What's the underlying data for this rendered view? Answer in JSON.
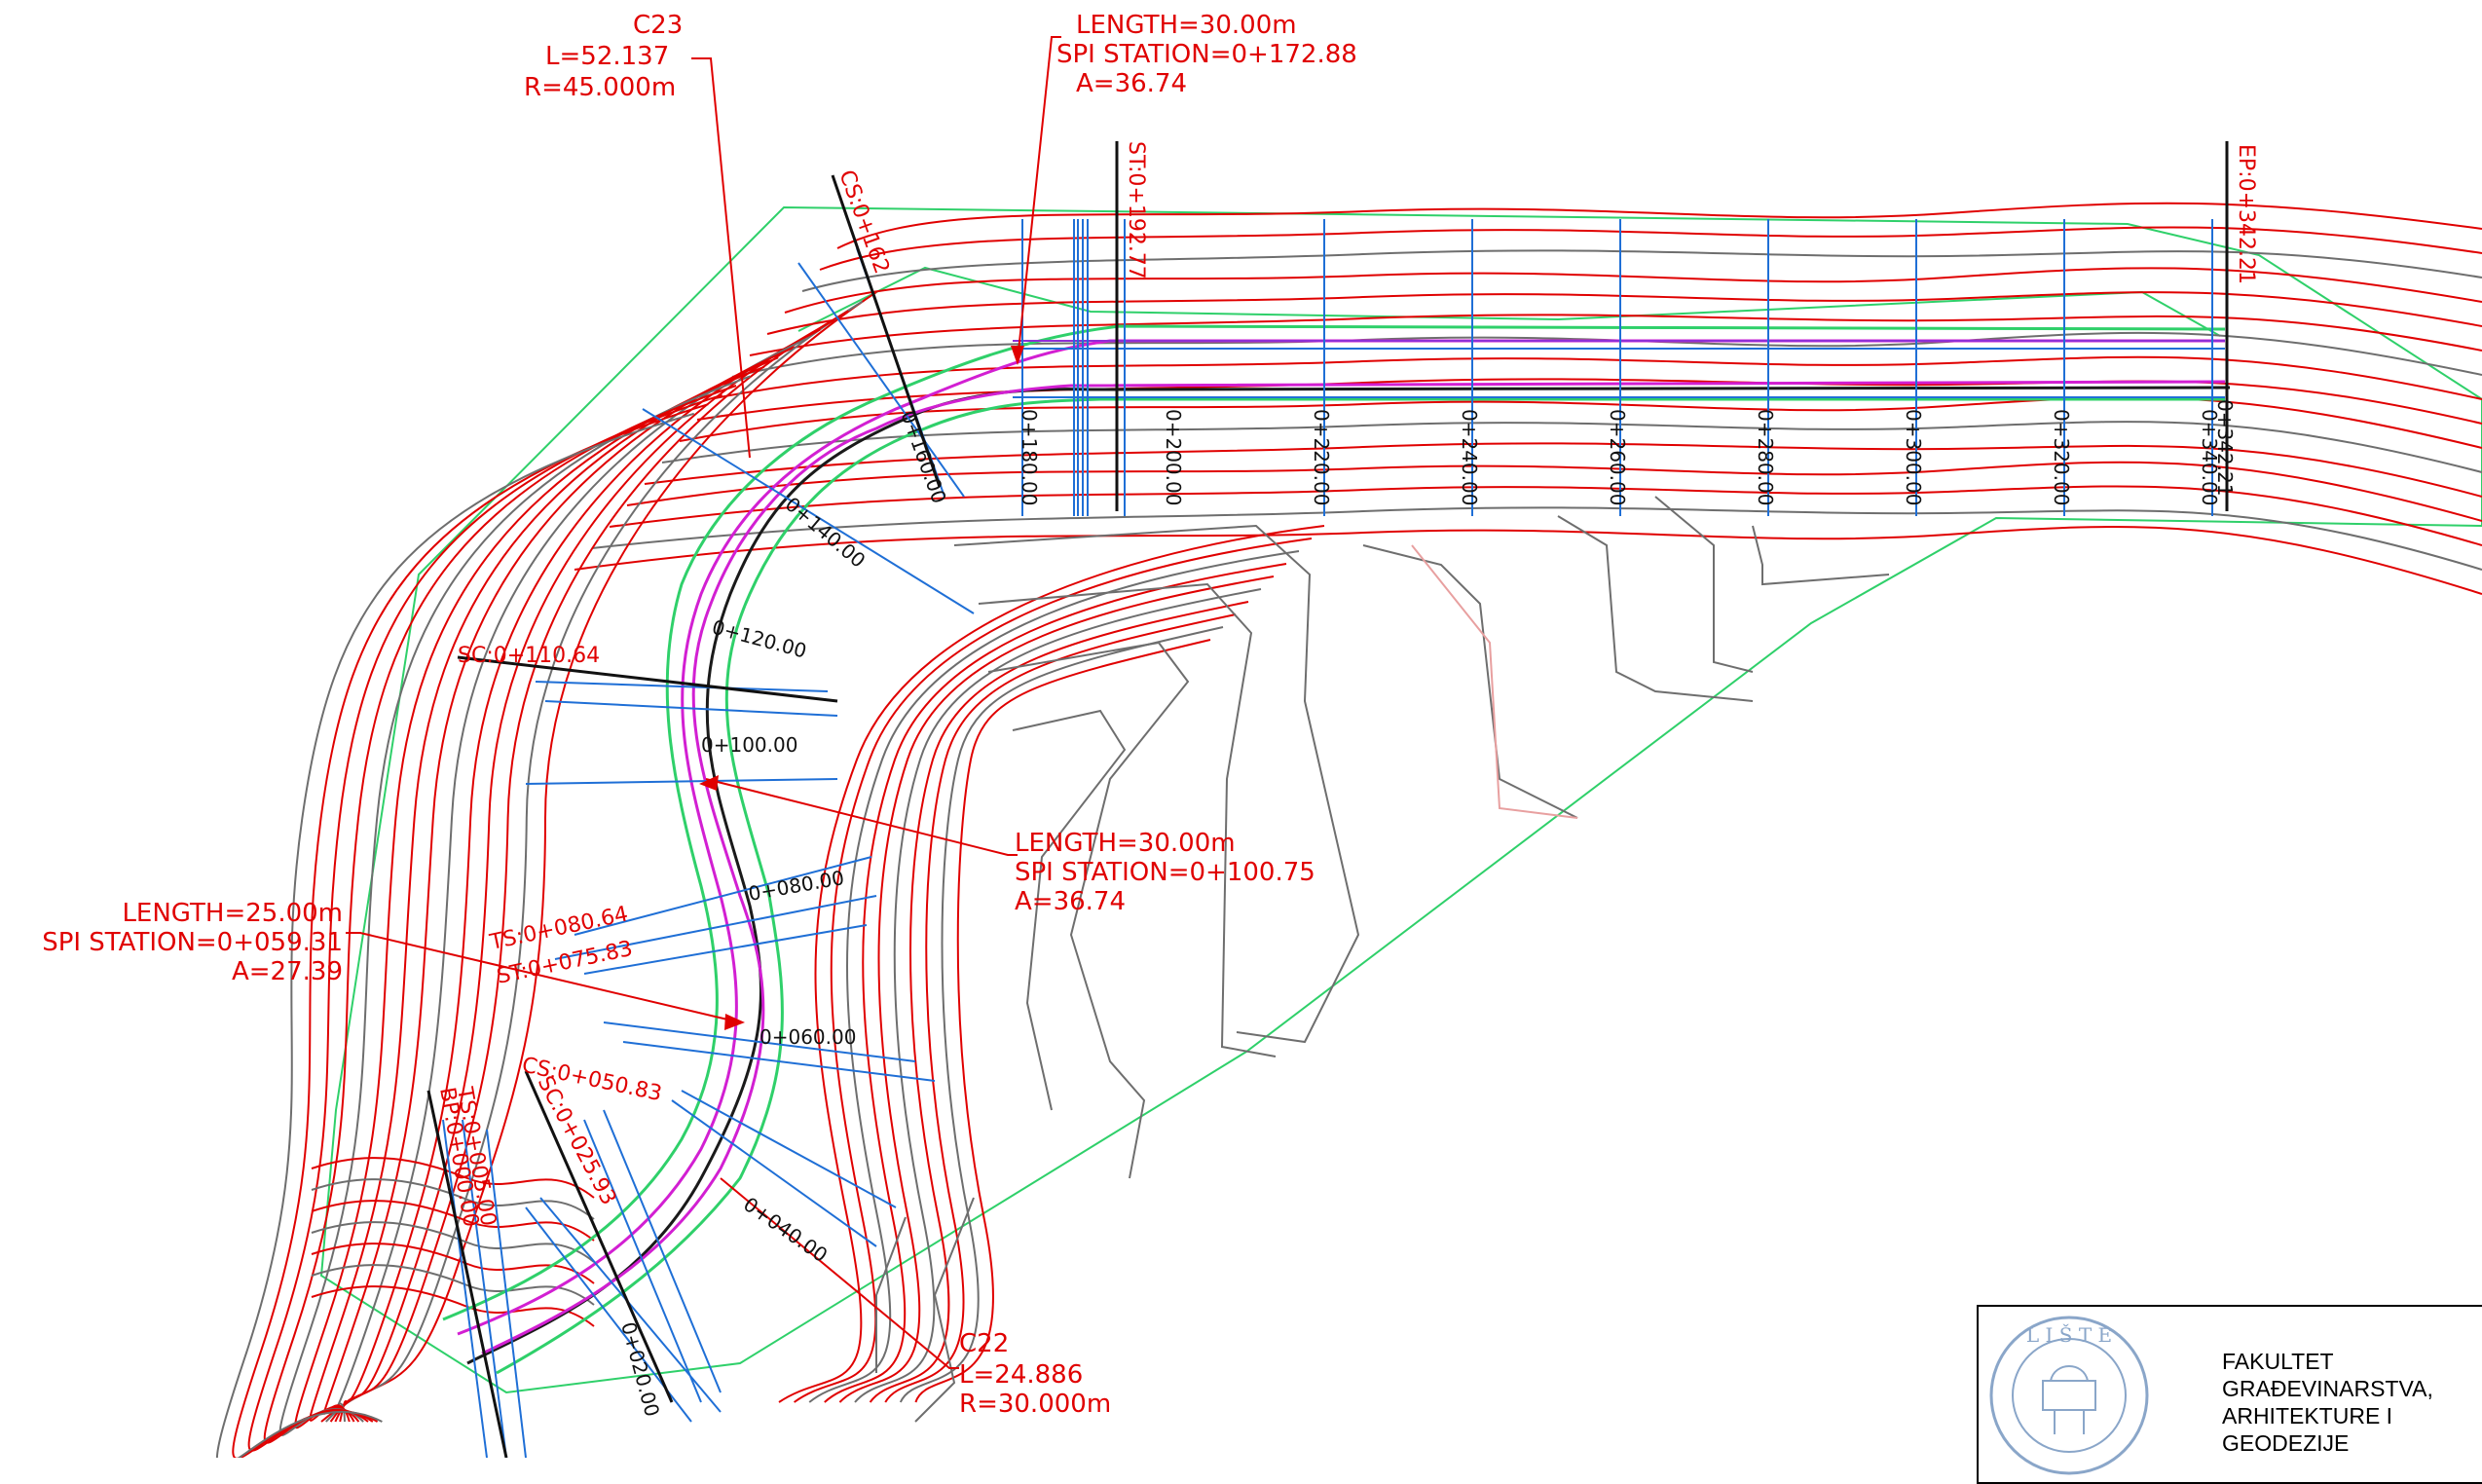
{
  "annotations": {
    "curve_c23": {
      "name": "C23",
      "length": "L=52.137",
      "radius": "R=45.000m"
    },
    "curve_c22": {
      "name": "C22",
      "length": "L=24.886",
      "radius": "R=30.000m"
    },
    "spiral_top": {
      "length": "LENGTH=30.00m",
      "spi": "SPI  STATION=0+172.88",
      "a": "A=36.74"
    },
    "spiral_mid": {
      "length": "LENGTH=30.00m",
      "spi": "SPI  STATION=0+100.75",
      "a": "A=36.74"
    },
    "spiral_left": {
      "length": "LENGTH=25.00m",
      "spi": "SPI  STATION=0+059.31",
      "a": "A=27.39"
    }
  },
  "key_stations": {
    "cs_162": "CS:0+162",
    "st_192": "ST:0+192.77",
    "ep": "EP:0+342.21",
    "sc_110": "SC:0+110.64",
    "ts_080": "TS:0+080.64",
    "st_075": "ST:0+075.83",
    "cs_050": "CS:0+050.83",
    "sc_025": "SC:0+025.93",
    "bp": "BP:0+000.00",
    "ts_005": "TS:0+005.00"
  },
  "chainage": {
    "s020": "0+020.00",
    "s040": "0+040.00",
    "s060": "0+060.00",
    "s080": "0+080.00",
    "s100": "0+100.00",
    "s120": "0+120.00",
    "s140": "0+140.00",
    "s160": "0+160.00",
    "s180": "0+180.00",
    "s200": "0+200.00",
    "s220": "0+220.00",
    "s240": "0+240.00",
    "s260": "0+260.00",
    "s280": "0+280.00",
    "s300": "0+300.00",
    "s320": "0+320.00",
    "s340": "0+340.00",
    "s342": "0+342.21"
  },
  "title_block": {
    "line1": "FAKULTET",
    "line2": "GRAĐEVINARSTVA,",
    "line3": "ARHITEKTURE I",
    "line4": "GEODEZIJE"
  },
  "colors": {
    "contour_index": "#e00000",
    "contour_minor": "#6e6e6e",
    "boundary": "#2fd06a",
    "station_ticks": "#1f6fd6",
    "alignment": "#d21fd2"
  }
}
